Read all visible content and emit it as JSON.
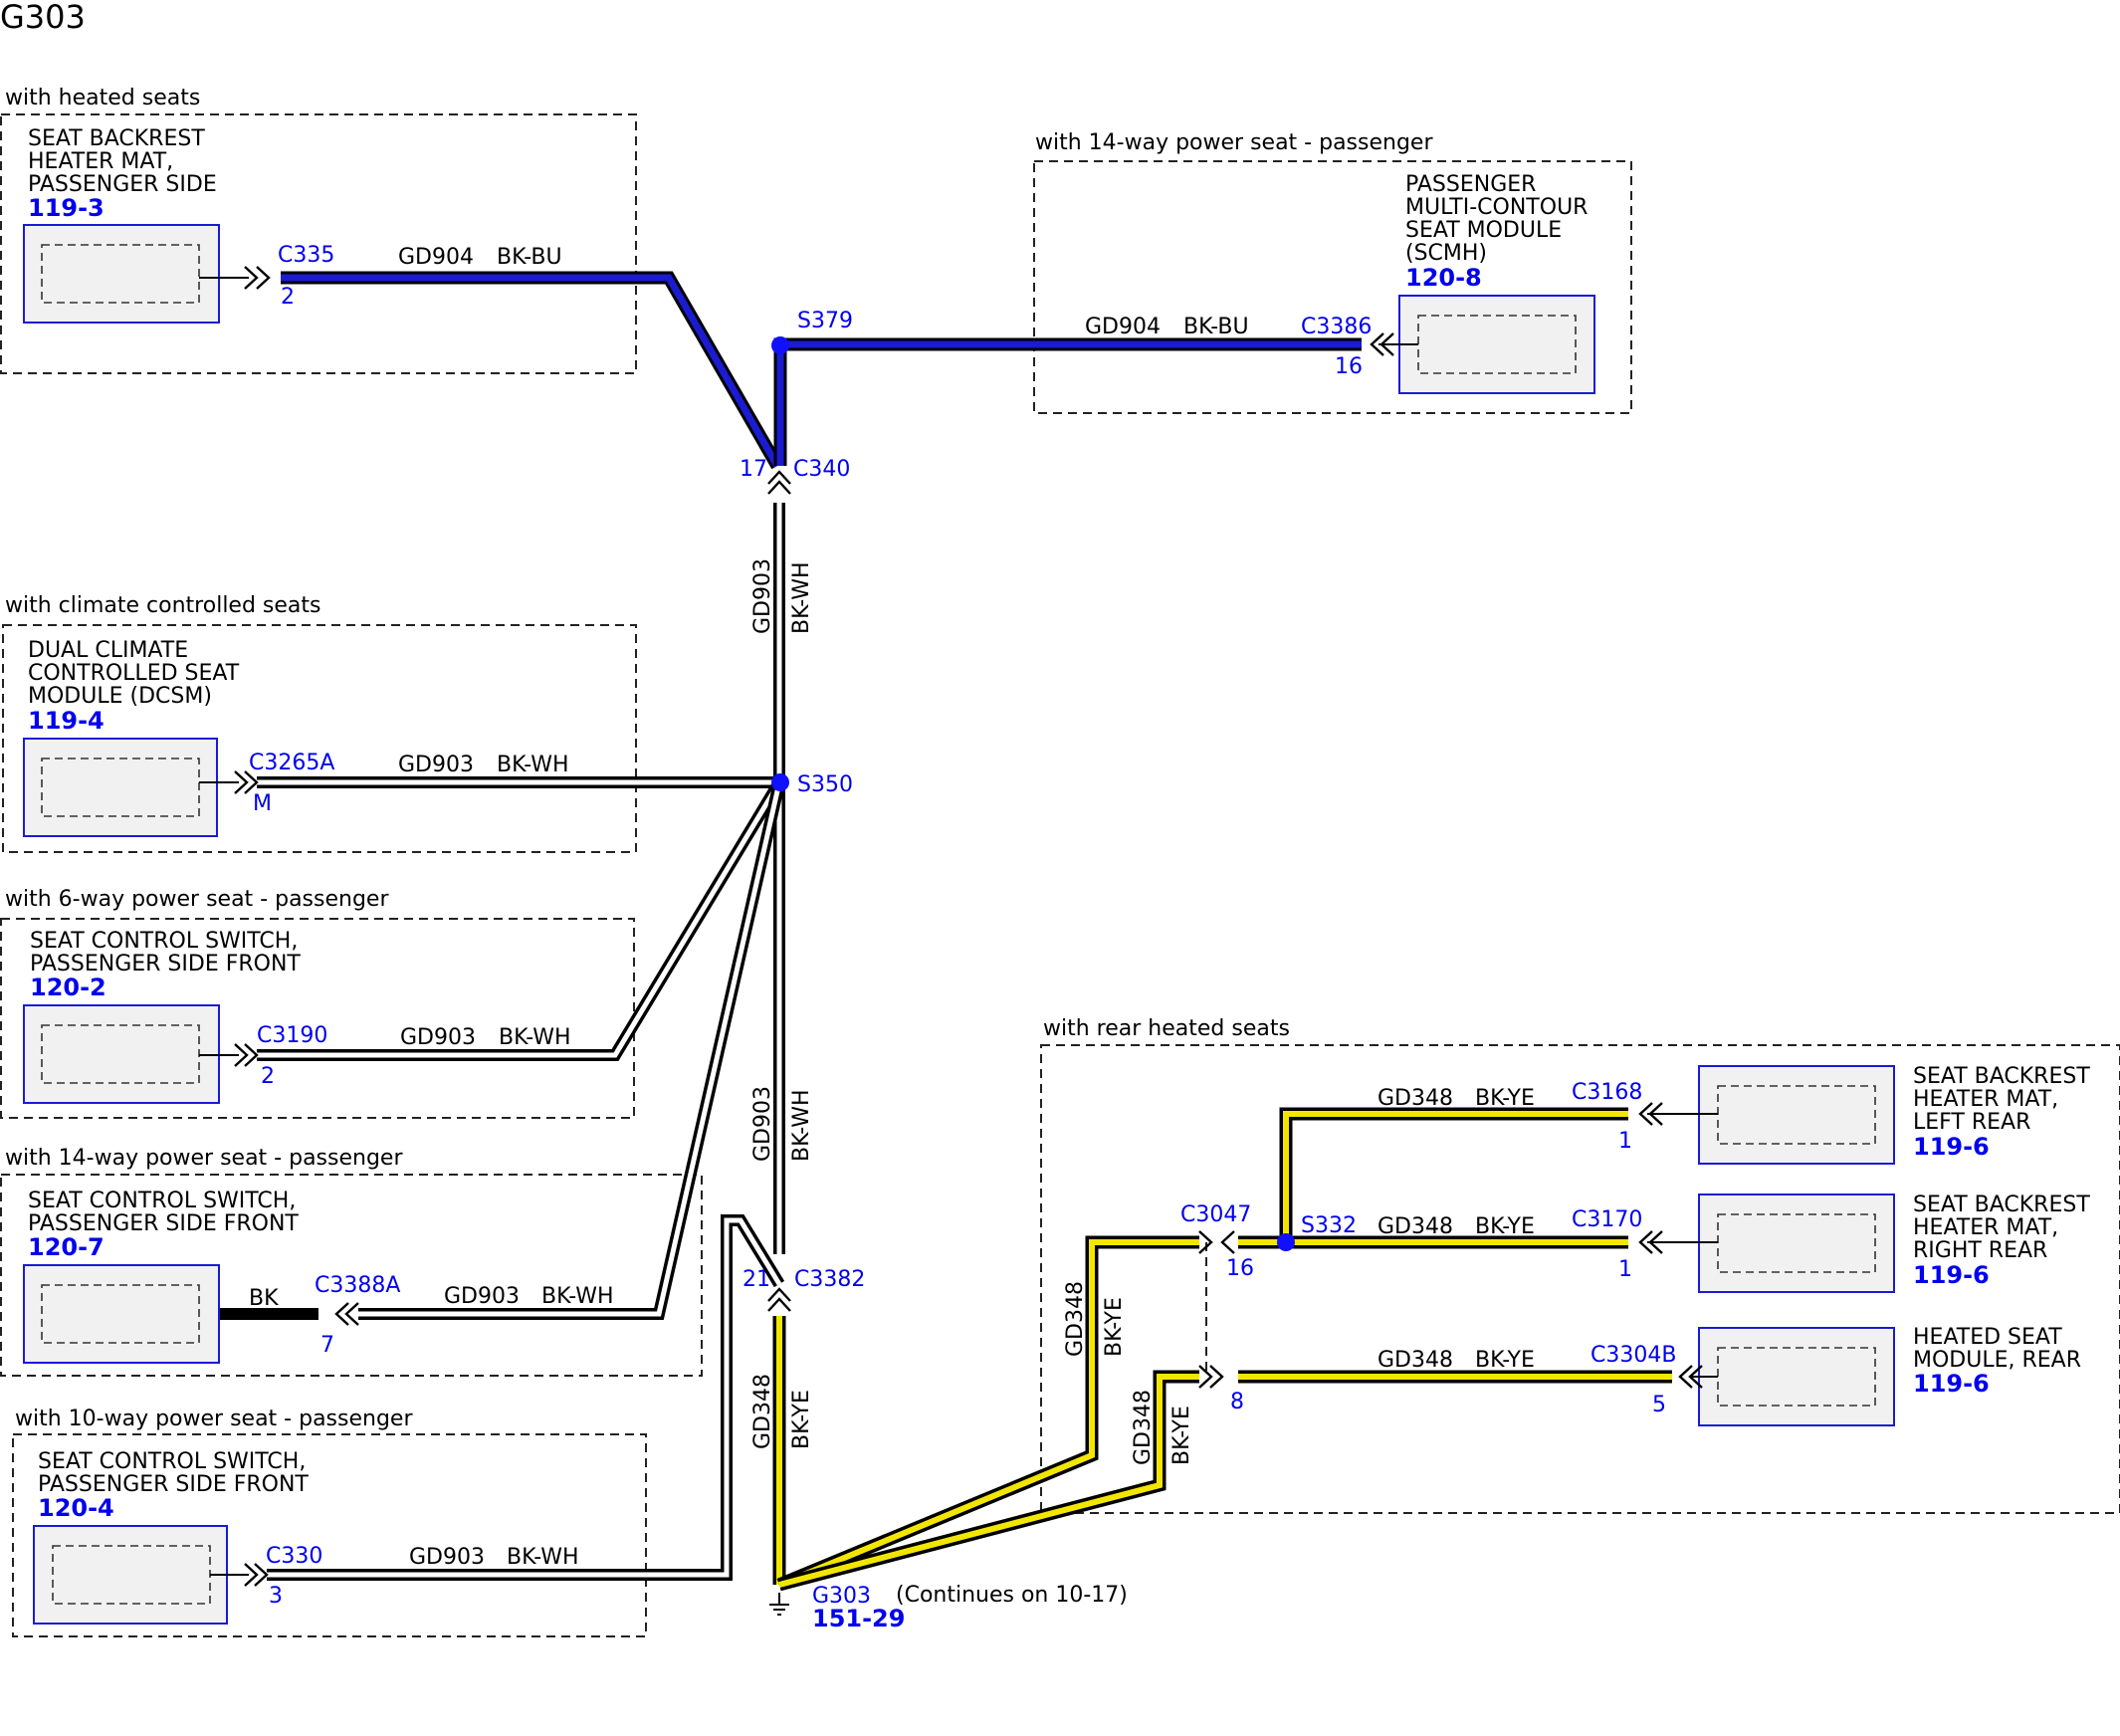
{
  "title": "G303",
  "colors": {
    "wire_outline": "#000000",
    "bk_bu": "#1b1bd0",
    "bk_wh": "#ffffff",
    "bk_ye": "#f2e600",
    "label_blue": "#0000ee",
    "component_border": "#1a1ad8",
    "component_fill": "#f1f1f1"
  },
  "groups": [
    {
      "label": "with heated seats"
    },
    {
      "label": "with 14-way power seat - passenger"
    },
    {
      "label": "with climate controlled seats"
    },
    {
      "label": "with 6-way power seat - passenger"
    },
    {
      "label": "with 14-way power seat - passenger"
    },
    {
      "label": "with 10-way power seat - passenger"
    },
    {
      "label": "with rear heated seats"
    }
  ],
  "components": [
    {
      "name_lines": [
        "SEAT BACKREST",
        "HEATER MAT,",
        "PASSENGER SIDE"
      ],
      "ref": "119-3"
    },
    {
      "name_lines": [
        "PASSENGER",
        "MULTI-CONTOUR",
        "SEAT MODULE",
        "(SCMH)"
      ],
      "ref": "120-8"
    },
    {
      "name_lines": [
        "DUAL CLIMATE",
        "CONTROLLED SEAT",
        "MODULE (DCSM)"
      ],
      "ref": "119-4"
    },
    {
      "name_lines": [
        "SEAT CONTROL SWITCH,",
        "PASSENGER SIDE FRONT"
      ],
      "ref": "120-2"
    },
    {
      "name_lines": [
        "SEAT CONTROL SWITCH,",
        "PASSENGER SIDE FRONT"
      ],
      "ref": "120-7"
    },
    {
      "name_lines": [
        "SEAT CONTROL SWITCH,",
        "PASSENGER SIDE FRONT"
      ],
      "ref": "120-4"
    },
    {
      "name_lines": [
        "SEAT BACKREST",
        "HEATER MAT,",
        "LEFT REAR"
      ],
      "ref": "119-6"
    },
    {
      "name_lines": [
        "SEAT BACKREST",
        "HEATER MAT,",
        "RIGHT REAR"
      ],
      "ref": "119-6"
    },
    {
      "name_lines": [
        "HEATED SEAT",
        "MODULE, REAR"
      ],
      "ref": "119-6"
    }
  ],
  "connectors": [
    {
      "id": "C335",
      "pin": "2"
    },
    {
      "id": "C3386",
      "pin": "16"
    },
    {
      "id": "C340",
      "pin": "17"
    },
    {
      "id": "C3265A",
      "pin": "M"
    },
    {
      "id": "C3190",
      "pin": "2"
    },
    {
      "id": "C3388A",
      "pin": "7"
    },
    {
      "id": "C330",
      "pin": "3"
    },
    {
      "id": "C3382",
      "pin": "21"
    },
    {
      "id": "C3168",
      "pin": "1"
    },
    {
      "id": "C3047",
      "pin": "16"
    },
    {
      "id": "C3170",
      "pin": "1"
    },
    {
      "id": "C3304B",
      "pin": "5"
    },
    {
      "id": "C3047",
      "pin": "8"
    }
  ],
  "splices": [
    "S379",
    "S350",
    "S332"
  ],
  "wires": [
    {
      "circuit": "GD904",
      "color": "BK-BU"
    },
    {
      "circuit": "GD904",
      "color": "BK-BU"
    },
    {
      "circuit": "GD903",
      "color": "BK-WH"
    },
    {
      "circuit": "GD903",
      "color": "BK-WH"
    },
    {
      "circuit": "GD903",
      "color": "BK-WH"
    },
    {
      "circuit": "GD903",
      "color": "BK-WH"
    },
    {
      "circuit": "GD903",
      "color": "BK-WH"
    },
    {
      "circuit": "GD903",
      "color": "BK-WH"
    },
    {
      "circuit": "GD348",
      "color": "BK-YE"
    },
    {
      "circuit": "GD348",
      "color": "BK-YE"
    },
    {
      "circuit": "GD348",
      "color": "BK-YE"
    },
    {
      "circuit": "GD348",
      "color": "BK-YE"
    },
    {
      "circuit": "GD348",
      "color": "BK-YE"
    },
    {
      "circuit": "GD348",
      "color": "BK-YE"
    }
  ],
  "pigtail_label": "BK",
  "ground": {
    "id": "G303",
    "ref": "151-29",
    "note": "(Continues on 10-17)"
  }
}
